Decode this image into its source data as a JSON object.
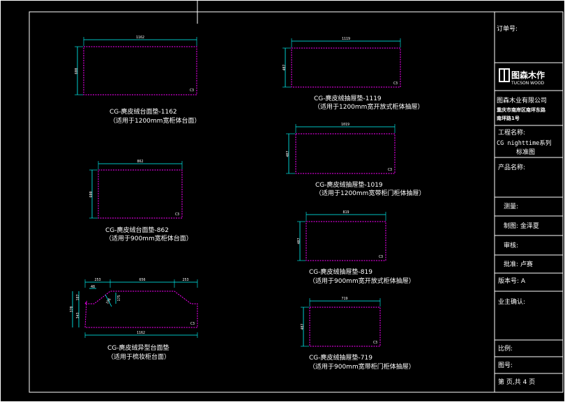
{
  "drawing": {
    "parts": [
      {
        "id": "p1162",
        "name": "CG-麂皮绒台面垫-1162",
        "usage": "（适用于1200mm宽柜体台面）",
        "dim_w": "1162",
        "dim_h": "600",
        "tag": "C3"
      },
      {
        "id": "p862",
        "name": "CG-麂皮绒台面垫-862",
        "usage": "（适用于900mm宽柜体台面）",
        "dim_w": "862",
        "dim_h": "600",
        "tag": "C3"
      },
      {
        "id": "pshaped",
        "name": "CG-麂皮绒异型台面垫",
        "usage": "（适用于梳妆柜台面）",
        "dim_total": "1162",
        "dim_top_left": "253",
        "dim_top_mid": "656",
        "dim_top_right": "253",
        "dim_h": "370",
        "dim_h2": "343",
        "dim_notch": "187",
        "dim_small": "48",
        "dim_step": "156",
        "dim_mid": "175",
        "tag": "C3"
      },
      {
        "id": "p1119",
        "name": "CG-麂皮绒抽屉垫-1119",
        "usage": "（适用于1200mm宽开放式柜体抽屉）",
        "dim_w": "1119",
        "dim_h": "407",
        "tag": "C3"
      },
      {
        "id": "p1019",
        "name": "CG-麂皮绒抽屉垫-1019",
        "usage": "（适用于1200mm宽带柜门柜体抽屉）",
        "dim_w": "1019",
        "dim_h": "407",
        "tag": "C3"
      },
      {
        "id": "p819",
        "name": "CG-麂皮绒抽屉垫-819",
        "usage": "（适用于900mm宽开放式柜体抽屉）",
        "dim_w": "819",
        "dim_h": "407",
        "tag": "C3"
      },
      {
        "id": "p719",
        "name": "CG-麂皮绒抽屉垫-719",
        "usage": "（适用于900mm宽带柜门柜体抽屉）",
        "dim_w": "719",
        "dim_h": "407",
        "tag": "C3"
      }
    ]
  },
  "title_block": {
    "order_no_label": "订单号:",
    "logo_text": "图森木作",
    "logo_sub": "TUCSON WOOD",
    "company": "图森木业有限公司",
    "address_1": "重庆市南岸区南坪东路",
    "address_2": "南坪路1号",
    "project_label": "工程名称:",
    "project_value_1": "CG nighttime系列",
    "project_value_2": "标准图",
    "product_label": "产品名称:",
    "measure": "测量:",
    "drawn": "制图: 金泽夏",
    "review": "审核:",
    "approve": "批准: 卢赛",
    "version": "版本号:   A",
    "owner_confirm": "业主确认:",
    "scale": "比例:",
    "drawing_no": "图号:",
    "page": "第    页,共 4 页"
  },
  "colors": {
    "background": "#000000",
    "frame": "#ffffff",
    "outline": "#ff00ff",
    "dimension": "#00ffff",
    "text": "#ffffff"
  }
}
